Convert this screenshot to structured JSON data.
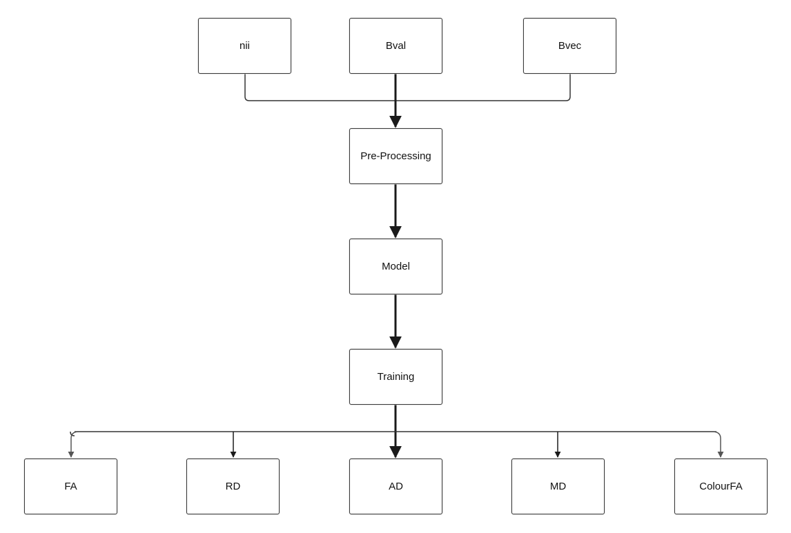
{
  "diagram": {
    "inputs": {
      "nii": "nii",
      "bval": "Bval",
      "bvec": "Bvec"
    },
    "pipeline": {
      "preprocessing": "Pre-Processing",
      "model": "Model",
      "training": "Training"
    },
    "outputs": {
      "fa": "FA",
      "rd": "RD",
      "ad": "AD",
      "md": "MD",
      "colourfa": "ColourFA"
    }
  },
  "colors": {
    "line": "#1a1a1a",
    "line_light": "#555555",
    "box_border": "#3a3a3a",
    "background": "#ffffff"
  }
}
